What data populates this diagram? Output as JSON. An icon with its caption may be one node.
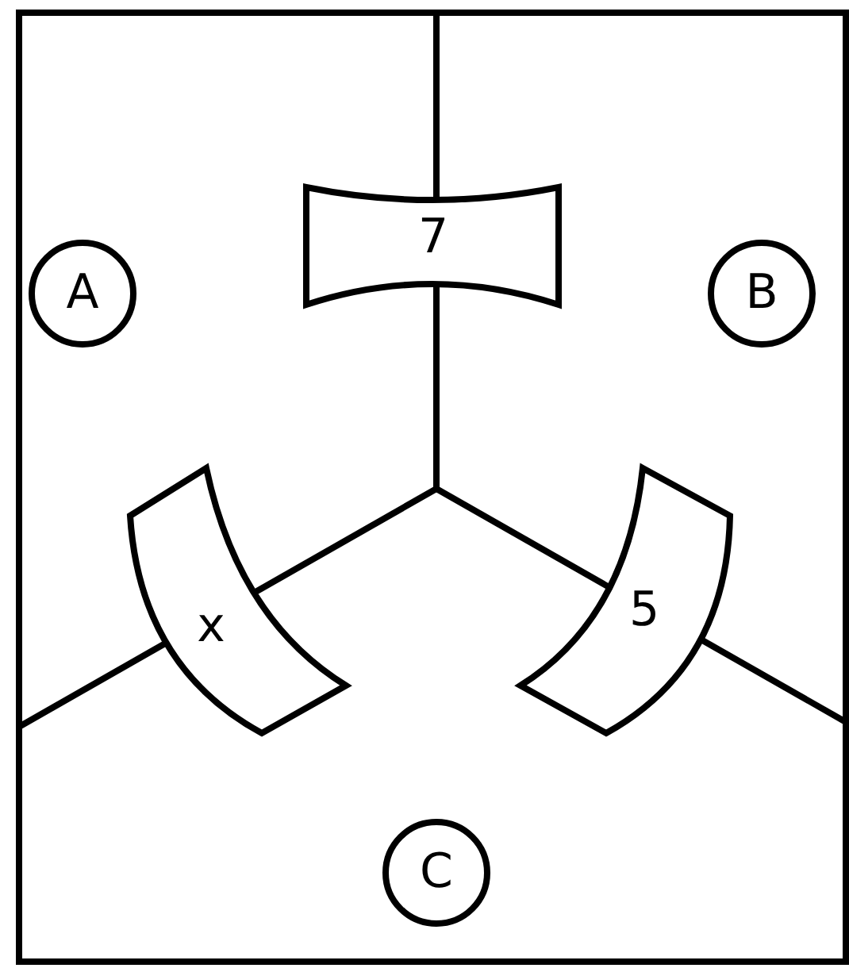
{
  "diagram": {
    "nodes": [
      {
        "text": [
          "A"
        ]
      },
      {
        "text": [
          "7"
        ]
      },
      {
        "text": [
          "B"
        ]
      },
      {
        "text": [
          "x"
        ]
      },
      {
        "text": [
          "5"
        ]
      },
      {
        "text": [
          "C"
        ]
      }
    ]
  }
}
